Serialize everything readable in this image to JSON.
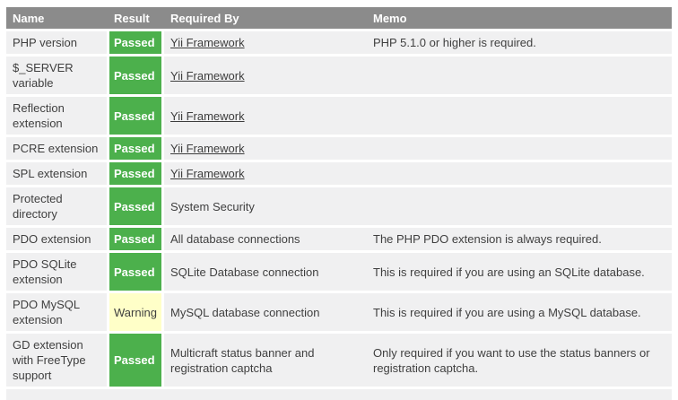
{
  "table": {
    "columns": [
      {
        "key": "name",
        "label": "Name"
      },
      {
        "key": "result",
        "label": "Result"
      },
      {
        "key": "required_by",
        "label": "Required By"
      },
      {
        "key": "memo",
        "label": "Memo"
      }
    ],
    "rows": [
      {
        "name": "PHP version",
        "result": "Passed",
        "result_type": "passed",
        "required_by": "Yii Framework",
        "required_by_is_link": true,
        "memo": "PHP 5.1.0 or higher is required."
      },
      {
        "name": "$_SERVER variable",
        "result": "Passed",
        "result_type": "passed",
        "required_by": "Yii Framework",
        "required_by_is_link": true,
        "memo": ""
      },
      {
        "name": "Reflection extension",
        "result": "Passed",
        "result_type": "passed",
        "required_by": "Yii Framework",
        "required_by_is_link": true,
        "memo": ""
      },
      {
        "name": "PCRE extension",
        "result": "Passed",
        "result_type": "passed",
        "required_by": "Yii Framework",
        "required_by_is_link": true,
        "memo": ""
      },
      {
        "name": "SPL extension",
        "result": "Passed",
        "result_type": "passed",
        "required_by": "Yii Framework",
        "required_by_is_link": true,
        "memo": ""
      },
      {
        "name": "Protected directory",
        "result": "Passed",
        "result_type": "passed",
        "required_by": "System Security",
        "required_by_is_link": false,
        "memo": ""
      },
      {
        "name": "PDO extension",
        "result": "Passed",
        "result_type": "passed",
        "required_by": "All database connections",
        "required_by_is_link": false,
        "memo": "The PHP PDO extension is always required."
      },
      {
        "name": "PDO SQLite extension",
        "result": "Passed",
        "result_type": "passed",
        "required_by": "SQLite Database connection",
        "required_by_is_link": false,
        "memo": "This is required if you are using an SQLite database."
      },
      {
        "name": "PDO MySQL extension",
        "result": "Warning",
        "result_type": "warning",
        "required_by": "MySQL database connection",
        "required_by_is_link": false,
        "memo": "This is required if you are using a MySQL database."
      },
      {
        "name": "GD extension with FreeType support",
        "result": "Passed",
        "result_type": "passed",
        "required_by": "Multicraft status banner and registration captcha",
        "required_by_is_link": false,
        "memo": "Only required if you want to use the status banners or registration captcha."
      }
    ]
  },
  "colors": {
    "header_bg": "#8b8b8b",
    "header_text": "#ffffff",
    "row_bg": "#f0f0f1",
    "body_text": "#3f3f3f",
    "passed_bg": "#4cb04c",
    "passed_text": "#ffffff",
    "warning_bg": "#ffffc8",
    "warning_text": "#404040",
    "link_text": "#3d3d3d"
  }
}
